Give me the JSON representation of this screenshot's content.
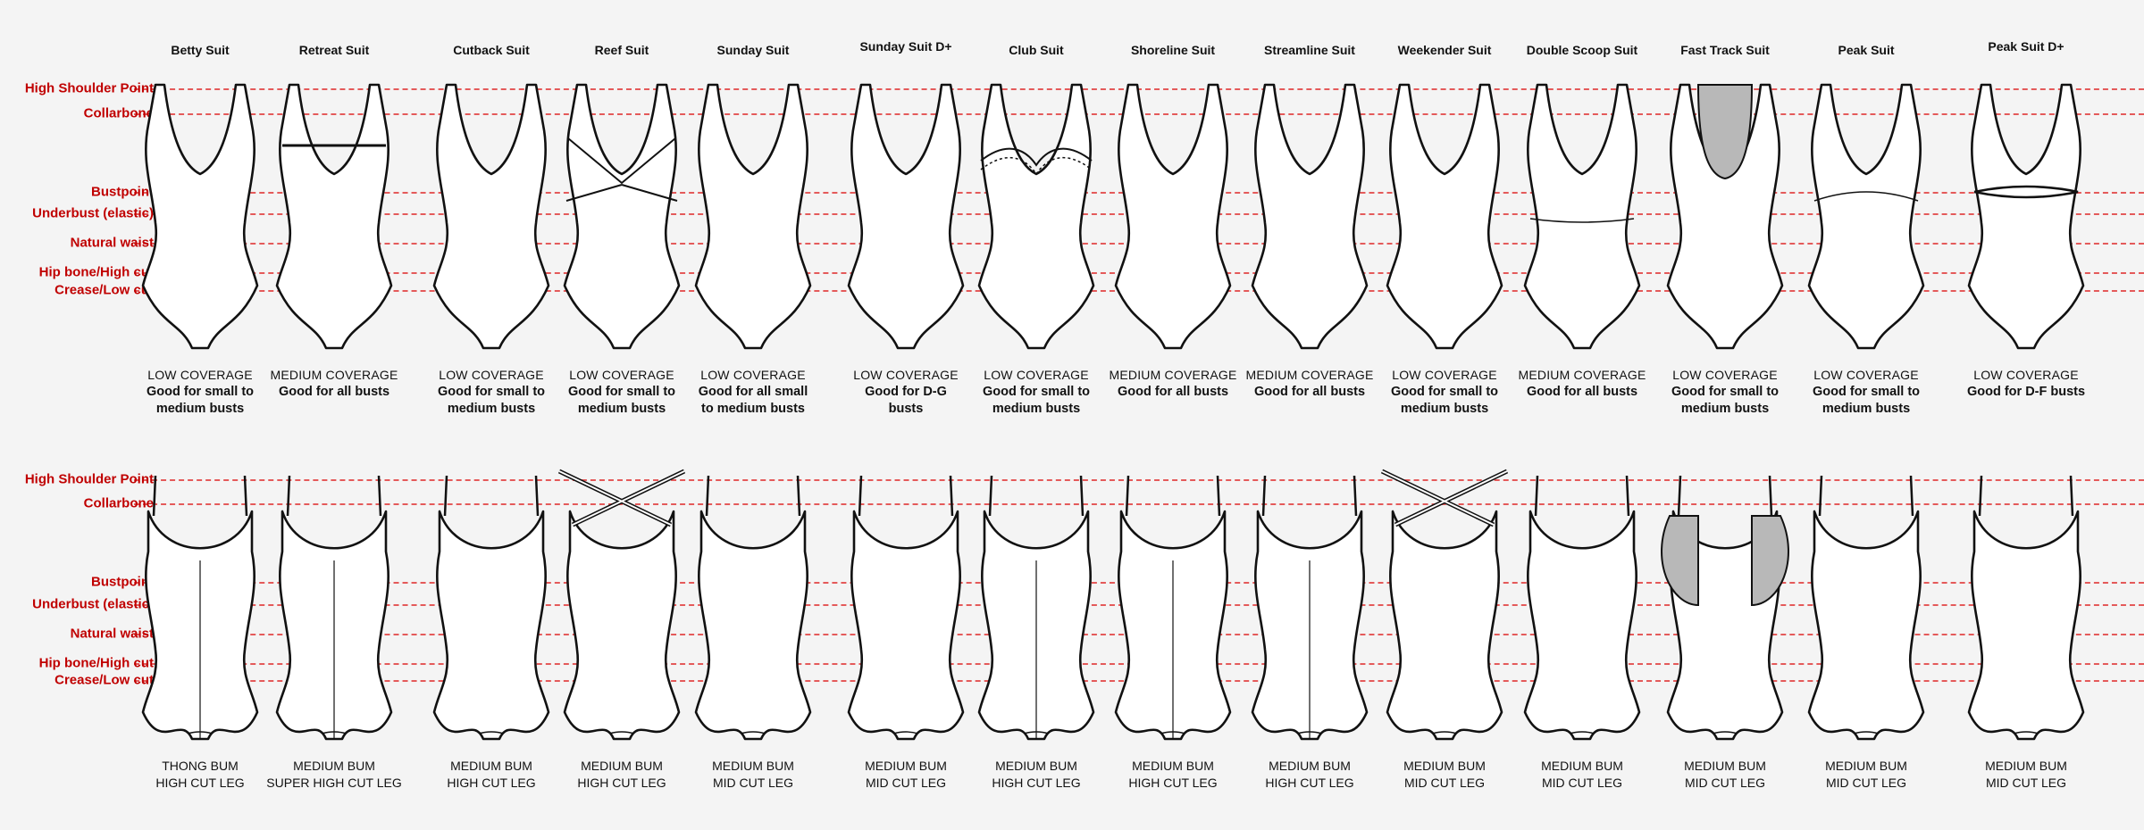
{
  "reference_lines": [
    "High Shoulder Point",
    "Collarbone",
    "Bustpoint",
    "Underbust (elastic)",
    "Natural waist",
    "Hip bone/High cut",
    "Crease/Low cut"
  ],
  "colors": {
    "reference_text": "#c00000",
    "reference_line": "#e45a5a",
    "background": "#f4f4f4",
    "outline": "#111111",
    "fill": "#ffffff",
    "panel_grey": "#b8b8b8"
  },
  "suits": [
    {
      "name": "Betty Suit",
      "coverage": "LOW COVERAGE",
      "fit": [
        "Good for small to",
        "medium busts"
      ],
      "back": [
        "THONG BUM",
        "HIGH CUT LEG"
      ]
    },
    {
      "name": "Retreat Suit",
      "coverage": "MEDIUM COVERAGE",
      "fit": [
        "Good for all busts"
      ],
      "back": [
        "MEDIUM BUM",
        "SUPER HIGH CUT LEG"
      ]
    },
    {
      "name": "Cutback Suit",
      "coverage": "LOW COVERAGE",
      "fit": [
        "Good for small to",
        "medium busts"
      ],
      "back": [
        "MEDIUM BUM",
        "HIGH CUT LEG"
      ]
    },
    {
      "name": "Reef Suit",
      "coverage": "LOW COVERAGE",
      "fit": [
        "Good for small to",
        "medium busts"
      ],
      "back": [
        "MEDIUM BUM",
        "HIGH CUT LEG"
      ]
    },
    {
      "name": "Sunday Suit",
      "coverage": "LOW COVERAGE",
      "fit": [
        "Good for all small",
        "to medium busts"
      ],
      "back": [
        "MEDIUM BUM",
        "MID CUT LEG"
      ]
    },
    {
      "name": "Sunday Suit D+",
      "coverage": "LOW COVERAGE",
      "fit": [
        "Good for D-G",
        "busts"
      ],
      "back": [
        "MEDIUM BUM",
        "MID CUT LEG"
      ]
    },
    {
      "name": "Club Suit",
      "coverage": "LOW COVERAGE",
      "fit": [
        "Good for small to",
        "medium busts"
      ],
      "back": [
        "MEDIUM BUM",
        "HIGH CUT LEG"
      ]
    },
    {
      "name": "Shoreline Suit",
      "coverage": "MEDIUM COVERAGE",
      "fit": [
        "Good for all busts"
      ],
      "back": [
        "MEDIUM BUM",
        "HIGH CUT LEG"
      ]
    },
    {
      "name": "Streamline Suit",
      "coverage": "MEDIUM COVERAGE",
      "fit": [
        "Good for all busts"
      ],
      "back": [
        "MEDIUM BUM",
        "HIGH CUT LEG"
      ]
    },
    {
      "name": "Weekender Suit",
      "coverage": "LOW COVERAGE",
      "fit": [
        "Good for small to",
        "medium busts"
      ],
      "back": [
        "MEDIUM BUM",
        "MID CUT LEG"
      ]
    },
    {
      "name": "Double Scoop Suit",
      "coverage": "MEDIUM COVERAGE",
      "fit": [
        "Good for all busts"
      ],
      "back": [
        "MEDIUM BUM",
        "MID CUT LEG"
      ]
    },
    {
      "name": "Fast Track Suit",
      "coverage": "LOW COVERAGE",
      "fit": [
        "Good for small to",
        "medium busts"
      ],
      "back": [
        "MEDIUM BUM",
        "MID CUT LEG"
      ]
    },
    {
      "name": "Peak Suit",
      "coverage": "LOW COVERAGE",
      "fit": [
        "Good for small to",
        "medium busts"
      ],
      "back": [
        "MEDIUM BUM",
        "MID CUT LEG"
      ]
    },
    {
      "name": "Peak Suit D+",
      "coverage": "LOW COVERAGE",
      "fit": [
        "Good for D-F busts"
      ],
      "back": [
        "MEDIUM BUM",
        "MID CUT LEG"
      ]
    }
  ]
}
